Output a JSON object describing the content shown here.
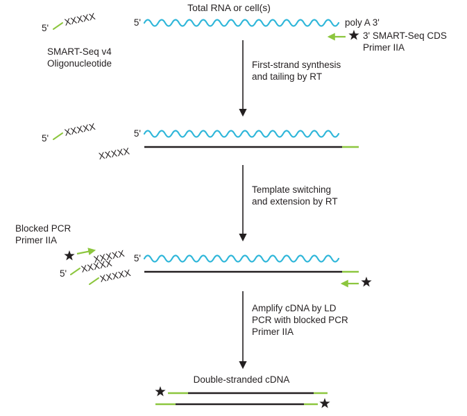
{
  "diagram": {
    "colors": {
      "rna": "#2eb6d9",
      "oligo": "#8cc63e",
      "ink": "#231f20"
    },
    "top": {
      "title": "Total RNA or cell(s)",
      "five_prime": "5'",
      "poly_a": "poly A 3'",
      "cds_primer": [
        "3' SMART-Seq CDS",
        "Primer IIA"
      ],
      "oligo_label": [
        "SMART-Seq v4",
        "Oligonucleotide"
      ],
      "xxxxx": "XXXXX"
    },
    "steps": {
      "step1": [
        "First-strand synthesis",
        "and tailing by RT"
      ],
      "step2": [
        "Template switching",
        "and extension by RT"
      ],
      "step3": [
        "Amplify cDNA by LD",
        "PCR with blocked PCR",
        "Primer IIA"
      ]
    },
    "stage2": {
      "five_prime": "5'",
      "xxxxx": "XXXXX"
    },
    "stage3": {
      "blocked_primer": [
        "Blocked PCR",
        "Primer IIA"
      ],
      "five_prime": "5'",
      "xxxxx": "XXXXX"
    },
    "bottom": {
      "title": "Double-stranded cDNA"
    }
  }
}
